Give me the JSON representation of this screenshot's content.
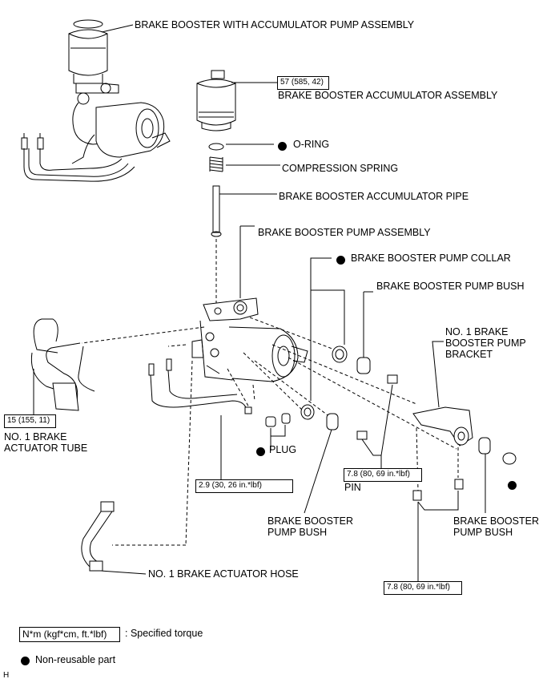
{
  "labels": {
    "brake_booster_with_accumulator_pump_assembly": "BRAKE BOOSTER WITH ACCUMULATOR PUMP ASSEMBLY",
    "brake_booster_accumulator_assembly": "BRAKE BOOSTER ACCUMULATOR ASSEMBLY",
    "o_ring": "O-RING",
    "compression_spring": "COMPRESSION SPRING",
    "brake_booster_accumulator_pipe": "BRAKE BOOSTER ACCUMULATOR PIPE",
    "brake_booster_pump_assembly": "BRAKE BOOSTER PUMP ASSEMBLY",
    "brake_booster_pump_collar": "BRAKE BOOSTER PUMP COLLAR",
    "brake_booster_pump_bush_top": "BRAKE BOOSTER PUMP BUSH",
    "no1_brake_booster_pump_bracket": "NO. 1 BRAKE BOOSTER PUMP BRACKET",
    "no1_brake_actuator_tube": "NO. 1 BRAKE ACTUATOR TUBE",
    "plug": "PLUG",
    "pin": "PIN",
    "brake_booster_pump_bush_left": "BRAKE BOOSTER PUMP BUSH",
    "brake_booster_pump_bush_right": "BRAKE BOOSTER PUMP BUSH",
    "no1_brake_actuator_hose": "NO. 1 BRAKE ACTUATOR HOSE"
  },
  "torques": {
    "accumulator": "57 (585, 42)",
    "actuator_tube": "15 (155, 11)",
    "plug_fitting": "2.9 (30, 26 in.*lbf)",
    "pin": "7.8 (80, 69 in.*lbf)",
    "bracket_bolt": "7.8 (80, 69 in.*lbf)"
  },
  "legend": {
    "torque_sample": "N*m (kgf*cm, ft.*lbf)",
    "torque_text": ": Specified torque",
    "nonreusable_text": "Non-reusable part"
  },
  "corner_mark": "H"
}
